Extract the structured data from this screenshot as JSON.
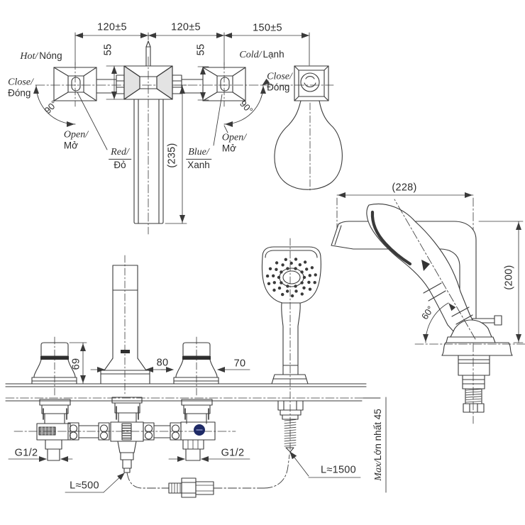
{
  "top_view": {
    "dim_spacing_left": "120±5",
    "dim_spacing_mid": "120±5",
    "dim_spacing_right": "150±5",
    "dim_handle_left": "55",
    "dim_handle_right": "55",
    "dim_spout_length": "(235)",
    "angle_left": "90°",
    "angle_right": "90°",
    "hot": {
      "en": "Hot/",
      "vi": "Nóng"
    },
    "cold": {
      "en": "Cold/",
      "vi": "Lạnh"
    },
    "close_left": {
      "en": "Close/",
      "vi": "Đóng"
    },
    "open_left": {
      "en": "Open/",
      "vi": "Mở"
    },
    "close_right": {
      "en": "Close/",
      "vi": "Đóng"
    },
    "open_right": {
      "en": "Open/",
      "vi": "Mở"
    },
    "red": {
      "en": "Red/",
      "vi": "Đỏ"
    },
    "blue": {
      "en": "Blue/",
      "vi": "Xanh"
    }
  },
  "side_view": {
    "dim_reach": "(228)",
    "dim_height": "(200)",
    "angle_rest": "60°"
  },
  "front_view": {
    "dim_handle_height": "69",
    "dim_spout_base": "80",
    "dim_handle_base": "70",
    "thread_left": "G1/2",
    "thread_right": "G1/2",
    "hose_supply": "L≈500",
    "hose_shower": "L≈1500",
    "max_deck": {
      "en": "Max/",
      "vi": "Lớn nhất 45"
    }
  },
  "colors": {
    "line": "#3a3a3a",
    "cold_indicator": "#1e2a66"
  }
}
